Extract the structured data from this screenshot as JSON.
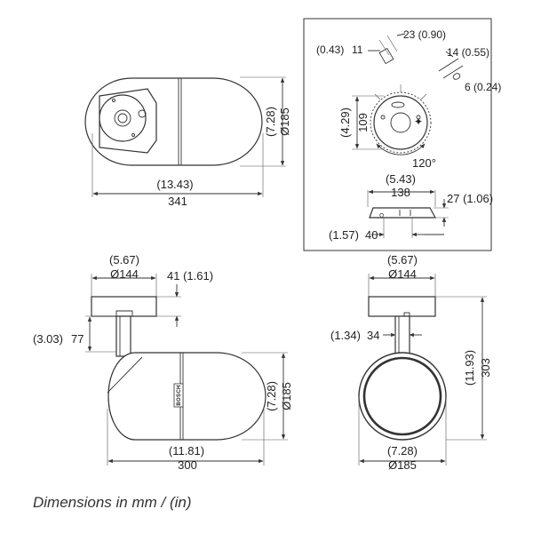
{
  "caption": "Dimensions in mm / (in)",
  "top_left_view": {
    "height_in": "(7.28)",
    "height_mm": "Ø185",
    "length_in": "(13.43)",
    "length_mm": "341"
  },
  "mounting_detail": {
    "screw_in": "(0.43)",
    "screw_mm": "11",
    "screw_len": "23 (0.90)",
    "pin_len": "14 (0.55)",
    "pin_dia": "6 (0.24)",
    "plate_in": "(4.29)",
    "plate_mm": "109",
    "angle": "120°",
    "base_in": "(5.43)",
    "base_mm": "138",
    "base_height": "27 (1.06)",
    "offset_in": "(1.57)",
    "offset_mm": "40"
  },
  "side_view": {
    "mount_in": "(5.67)",
    "mount_mm": "Ø144",
    "mount_height": "41 (1.61)",
    "drop_in": "(3.03)",
    "drop_mm": "77",
    "height_in": "(7.28)",
    "height_mm": "Ø185",
    "length_in": "(11.81)",
    "length_mm": "300",
    "brand": "BOSCH"
  },
  "front_view": {
    "mount_in": "(5.67)",
    "mount_mm": "Ø144",
    "stem_in": "(1.34)",
    "stem_mm": "34",
    "total_in": "(11.93)",
    "total_mm": "303",
    "face_in": "(7.28)",
    "face_mm": "Ø185"
  }
}
